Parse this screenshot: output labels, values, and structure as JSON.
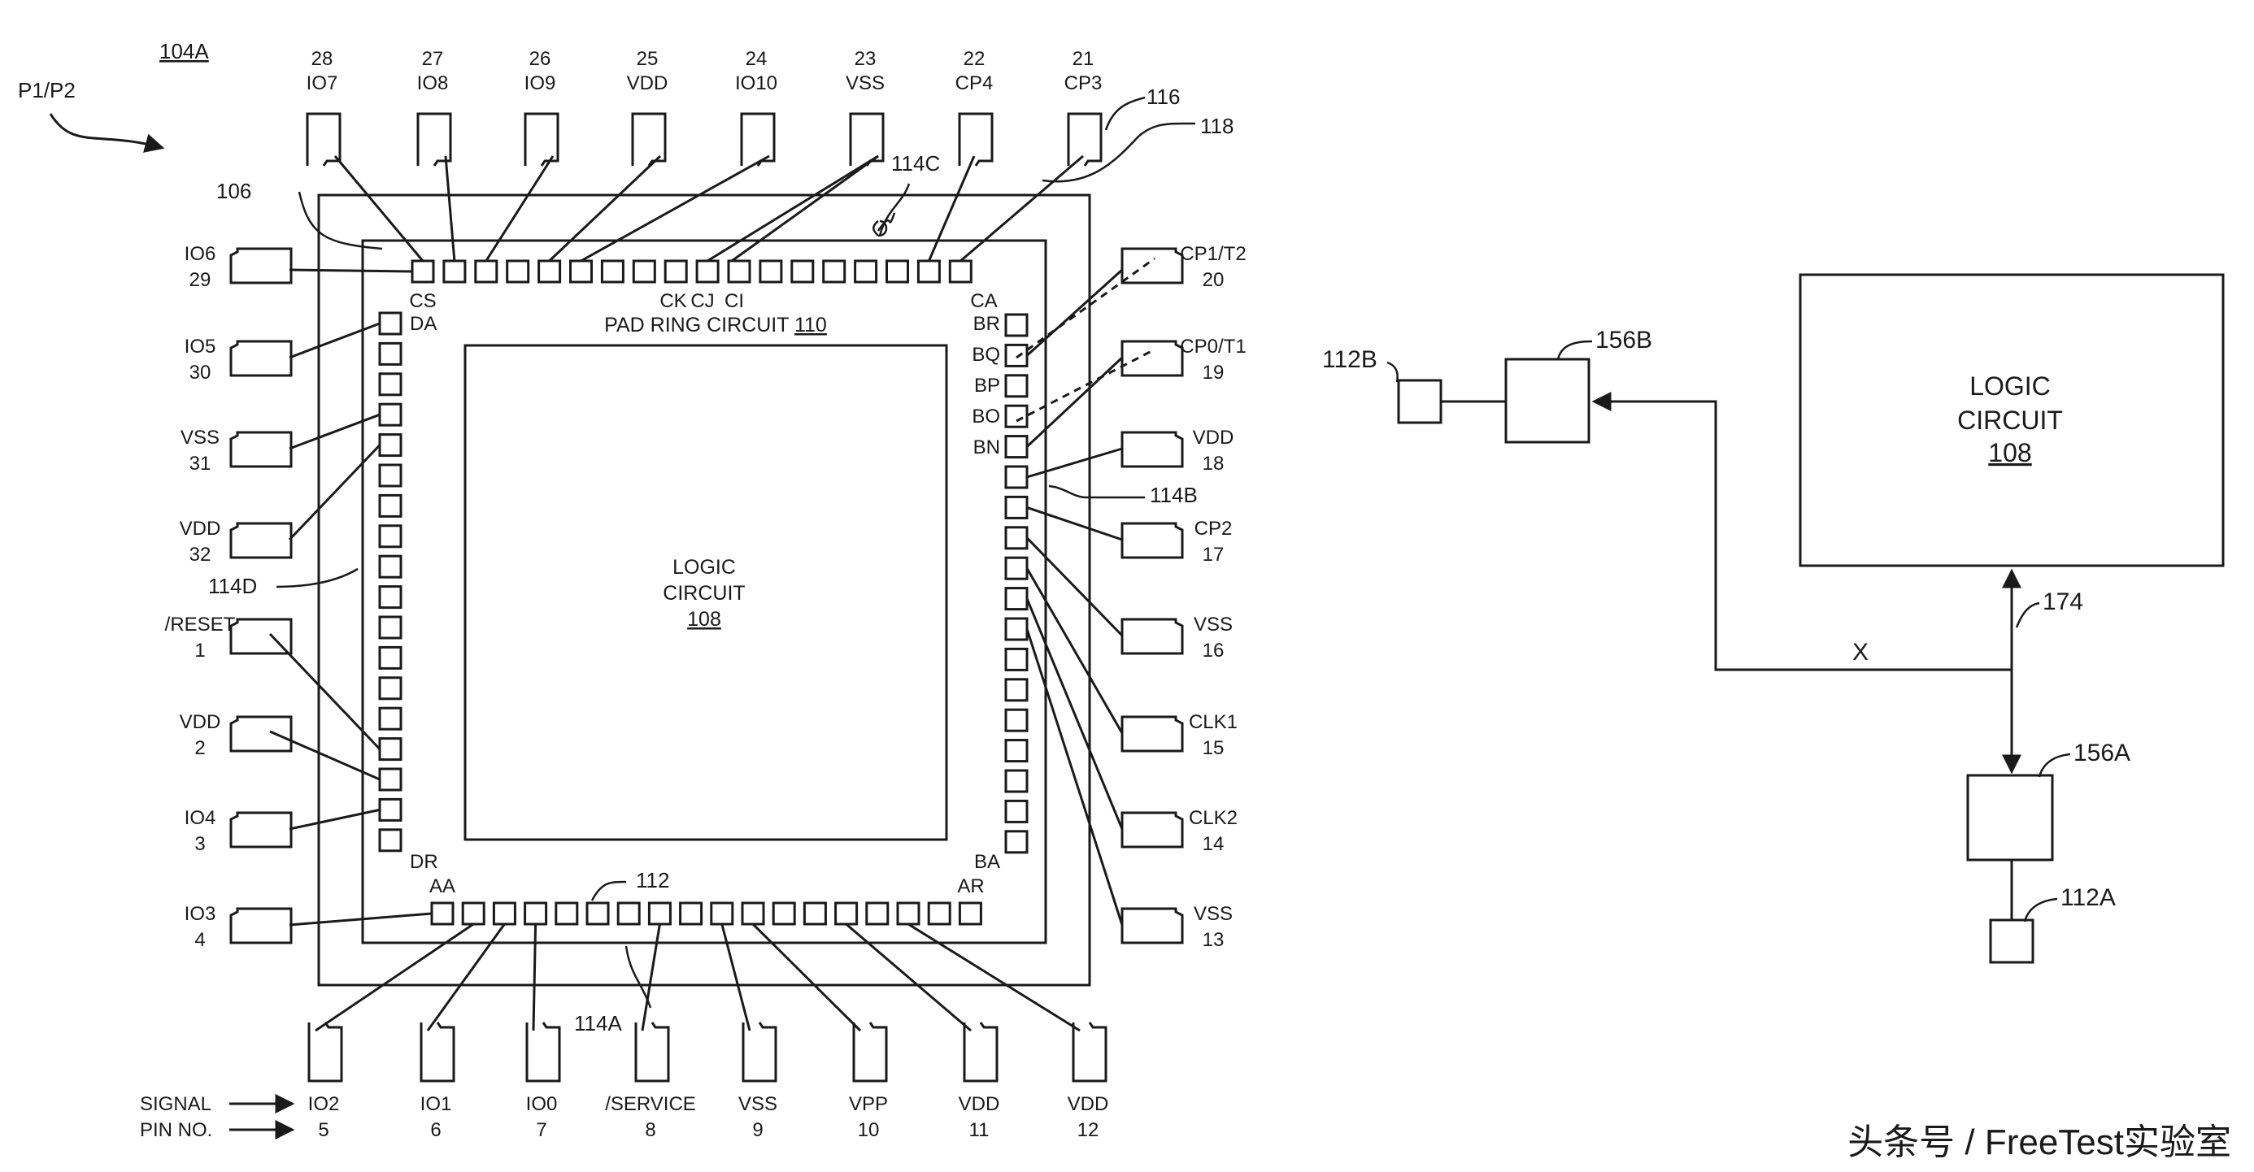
{
  "left_figure": {
    "ref": "104A",
    "arrow_label": "P1/P2",
    "logic_circuit": {
      "line1": "LOGIC",
      "line2": "CIRCUIT",
      "ref": "108"
    },
    "pad_ring_label": "PAD RING CIRCUIT",
    "pad_ring_ref": "110",
    "callouts": {
      "r106": "106",
      "r112": "112",
      "r114A": "114A",
      "r114B": "114B",
      "r114C": "114C",
      "r114D": "114D",
      "r116": "116",
      "r118": "118"
    },
    "legend": {
      "signal": "SIGNAL",
      "pin_no": "PIN NO."
    },
    "pins_top": [
      {
        "num": "28",
        "name": "IO7"
      },
      {
        "num": "27",
        "name": "IO8"
      },
      {
        "num": "26",
        "name": "IO9"
      },
      {
        "num": "25",
        "name": "VDD"
      },
      {
        "num": "24",
        "name": "IO10"
      },
      {
        "num": "23",
        "name": "VSS"
      },
      {
        "num": "22",
        "name": "CP4"
      },
      {
        "num": "21",
        "name": "CP3"
      }
    ],
    "pins_bottom": [
      {
        "name": "IO2",
        "num": "5"
      },
      {
        "name": "IO1",
        "num": "6"
      },
      {
        "name": "IO0",
        "num": "7"
      },
      {
        "name": "/SERVICE",
        "num": "8"
      },
      {
        "name": "VSS",
        "num": "9"
      },
      {
        "name": "VPP",
        "num": "10"
      },
      {
        "name": "VDD",
        "num": "11"
      },
      {
        "name": "VDD",
        "num": "12"
      }
    ],
    "pins_left": [
      {
        "name": "IO6",
        "num": "29"
      },
      {
        "name": "IO5",
        "num": "30"
      },
      {
        "name": "VSS",
        "num": "31"
      },
      {
        "name": "VDD",
        "num": "32"
      },
      {
        "name": "/RESET",
        "num": "1"
      },
      {
        "name": "VDD",
        "num": "2"
      },
      {
        "name": "IO4",
        "num": "3"
      },
      {
        "name": "IO3",
        "num": "4"
      }
    ],
    "pins_right": [
      {
        "name": "CP1/T2",
        "num": "20"
      },
      {
        "name": "CP0/T1",
        "num": "19"
      },
      {
        "name": "VDD",
        "num": "18"
      },
      {
        "name": "CP2",
        "num": "17"
      },
      {
        "name": "VSS",
        "num": "16"
      },
      {
        "name": "CLK1",
        "num": "15"
      },
      {
        "name": "CLK2",
        "num": "14"
      },
      {
        "name": "VSS",
        "num": "13"
      }
    ],
    "pad_labels": {
      "cs": "CS",
      "ck": "CK",
      "cj": "CJ",
      "ci": "CI",
      "ca": "CA",
      "da": "DA",
      "dr": "DR",
      "aa": "AA",
      "ar": "AR",
      "ba": "BA",
      "br": "BR",
      "bq": "BQ",
      "bp": "BP",
      "bo": "BO",
      "bn": "BN"
    }
  },
  "right_figure": {
    "logic_circuit": {
      "line1": "LOGIC",
      "line2": "CIRCUIT",
      "ref": "108"
    },
    "r112A": "112A",
    "r112B": "112B",
    "r156A": "156A",
    "r156B": "156B",
    "r174": "174",
    "x_label": "X"
  },
  "watermark": "头条号 / FreeTest实验室"
}
